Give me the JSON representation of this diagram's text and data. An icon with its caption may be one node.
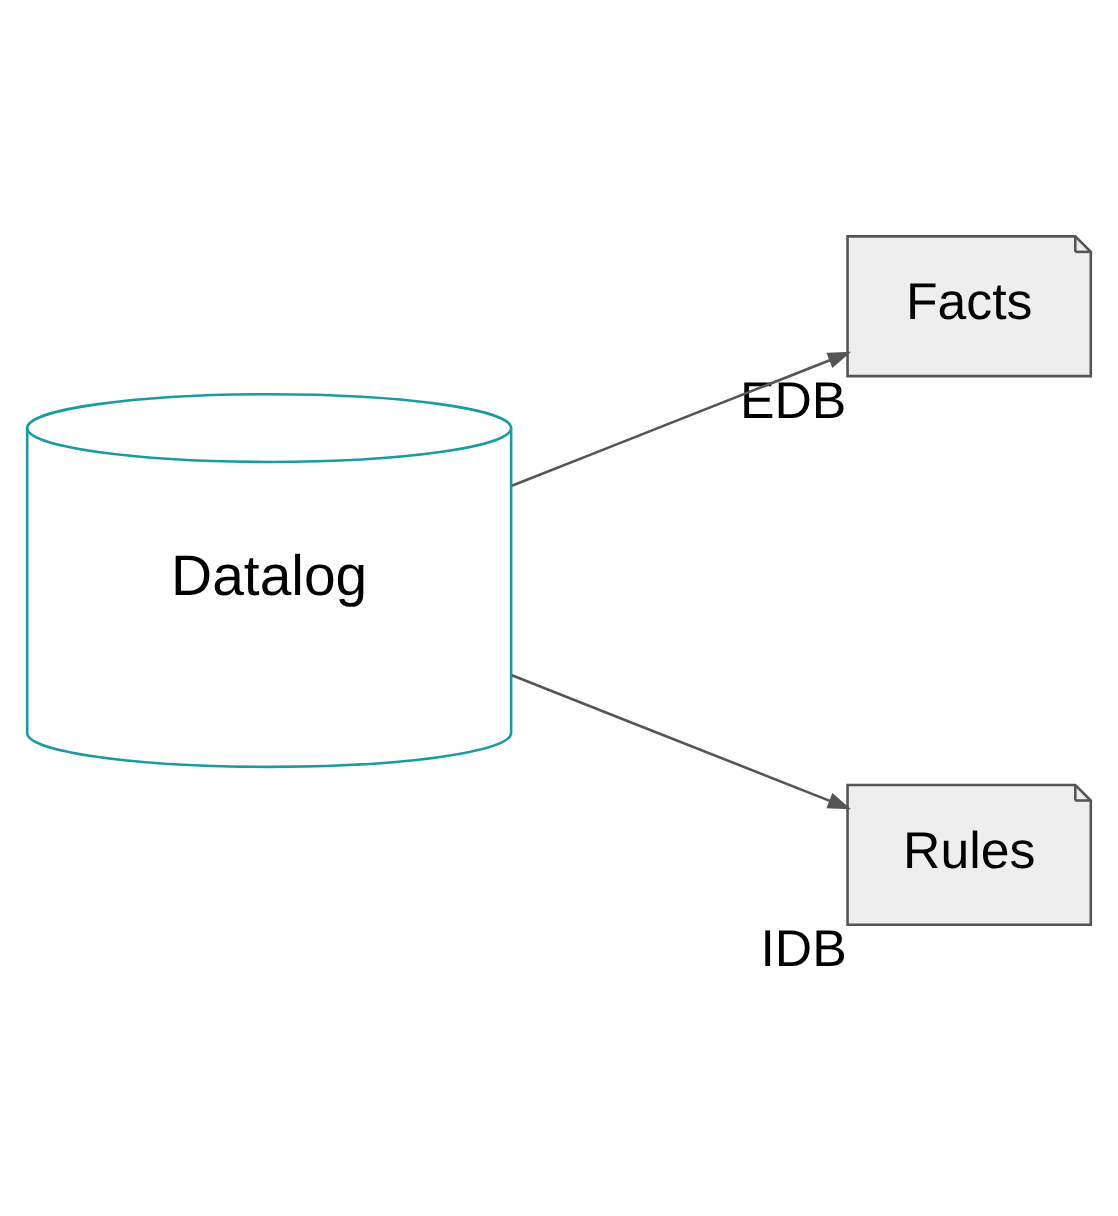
{
  "diagram": {
    "nodes": [
      {
        "text": [
          "Datalog"
        ]
      },
      {
        "text": [
          "Facts"
        ],
        "beside": [
          "EDB"
        ]
      },
      {
        "text": [
          "Rules"
        ],
        "beside": [
          "IDB"
        ]
      }
    ],
    "edges": [
      {
        "from": 0,
        "to": 1,
        "arrow": "to"
      },
      {
        "from": 0,
        "to": 2,
        "arrow": "to"
      }
    ]
  }
}
